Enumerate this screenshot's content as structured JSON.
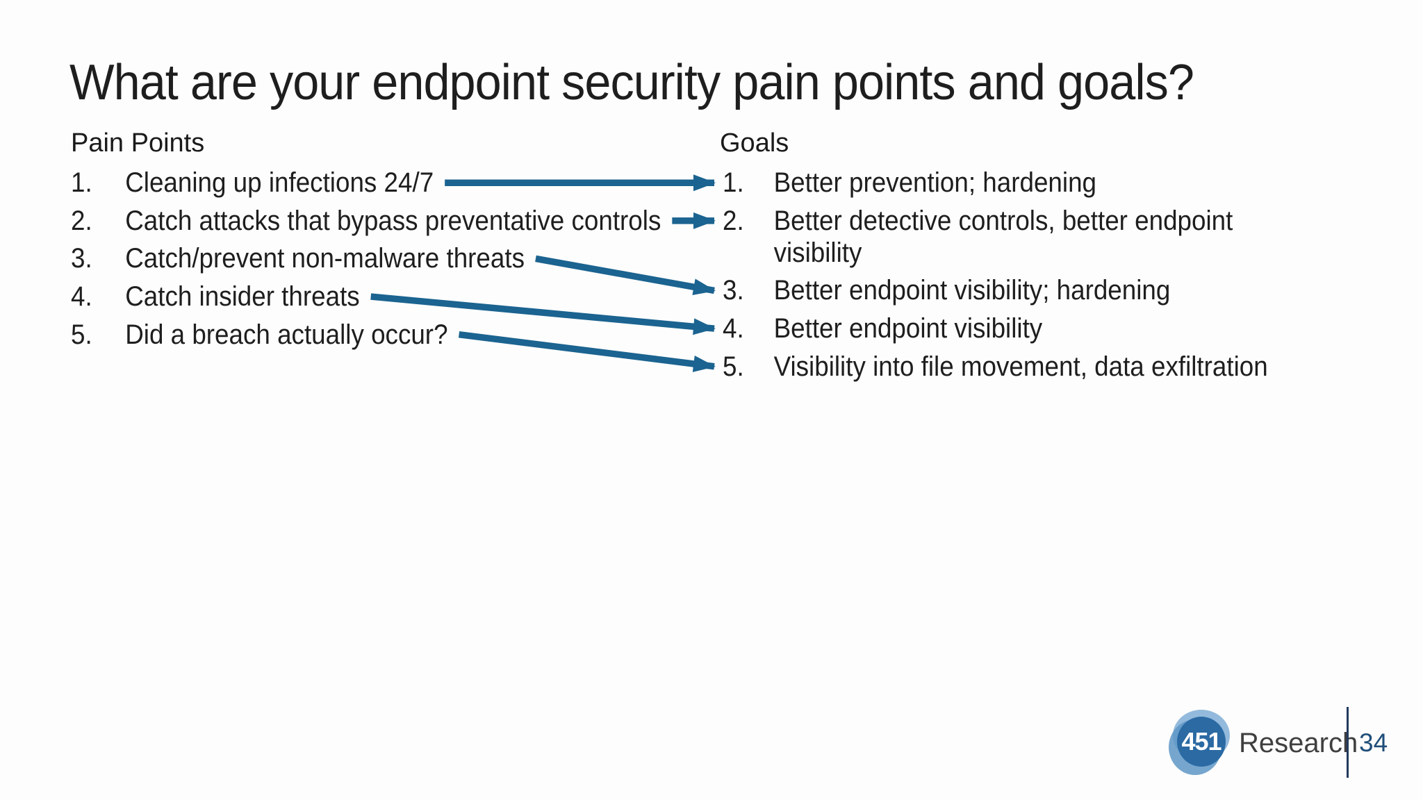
{
  "slide": {
    "title": "What are your endpoint security pain points and goals?"
  },
  "pain_points": {
    "heading": "Pain Points",
    "items": [
      {
        "num": "1.",
        "text": "Cleaning up infections 24/7"
      },
      {
        "num": "2.",
        "text": "Catch attacks that bypass preventative controls"
      },
      {
        "num": "3.",
        "text": "Catch/prevent non-malware threats"
      },
      {
        "num": "4.",
        "text": "Catch insider threats"
      },
      {
        "num": "5.",
        "text": "Did a breach actually occur?"
      }
    ]
  },
  "goals": {
    "heading": "Goals",
    "items": [
      {
        "num": "1.",
        "text": "Better prevention; hardening"
      },
      {
        "num": "2.",
        "text": "Better detective controls, better endpoint\nvisibility"
      },
      {
        "num": "3.",
        "text": "Better endpoint visibility; hardening"
      },
      {
        "num": "4.",
        "text": "Better endpoint visibility"
      },
      {
        "num": "5.",
        "text": "Visibility into file movement, data exfiltration"
      }
    ]
  },
  "connections": [
    {
      "from": 0,
      "to": 0
    },
    {
      "from": 1,
      "to": 1
    },
    {
      "from": 2,
      "to": 2
    },
    {
      "from": 3,
      "to": 3
    },
    {
      "from": 4,
      "to": 4
    }
  ],
  "footer": {
    "logo_number": "451",
    "logo_text": "Research",
    "page_number": "34"
  },
  "colors": {
    "title_orange": "#f08a28",
    "arrow_blue": "#1b6390",
    "body_text": "#1e1e1e",
    "page_number_blue": "#1f4e79",
    "divider_navy": "#223a5e",
    "logo_main_blue": "#2b6aa3",
    "logo_light_blue": "#93badc",
    "logo_mid_blue": "#5e97c5",
    "research_gray": "#3f3f3f"
  }
}
